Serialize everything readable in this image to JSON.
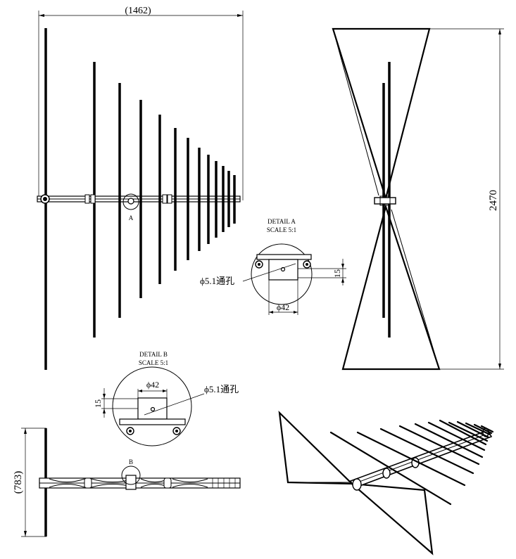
{
  "dimensions": {
    "overall_width": "(1462)",
    "overall_height": "2470",
    "side_depth": "(783)"
  },
  "detail_a": {
    "marker": "A",
    "title": "DETAIL A",
    "scale": "SCALE 5:1",
    "hole_label": "ϕ5.1通孔",
    "diameter_label": "ϕ42",
    "height_label": "15"
  },
  "detail_b": {
    "marker": "B",
    "title": "DETAIL B",
    "scale": "SCALE 5:1",
    "hole_label": "ϕ5.1通孔",
    "diameter_label": "ϕ42",
    "height_label": "15"
  },
  "colors": {
    "line": "#000000",
    "background": "#ffffff"
  }
}
